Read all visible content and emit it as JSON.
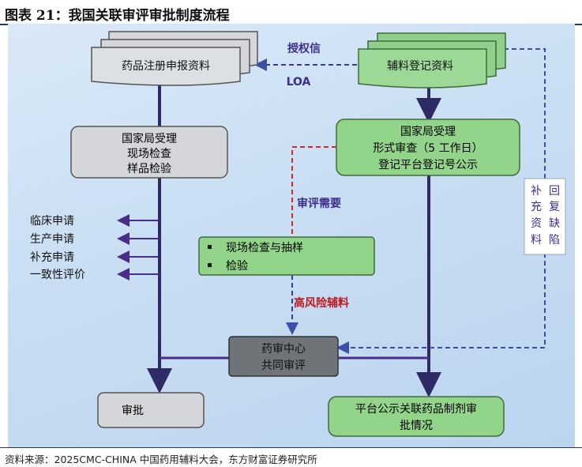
{
  "header": {
    "title": "图表 21：我国关联审评审批制度流程"
  },
  "footer": {
    "source": "资料来源：2025CMC-CHINA 中国药用辅料大会，东方财富证券研究所"
  },
  "diagram": {
    "drug_registration": "药品注册申报资料",
    "excipient_registration": "辅料登记资料",
    "authorization": "授权信",
    "loa": "LOA",
    "nmpa_left": [
      "国家局受理",
      "现场检查",
      "样品检验"
    ],
    "nmpa_right": [
      "国家局受理",
      "形式审查（5 工作日）",
      "登记平台登记号公示"
    ],
    "clinical_items": [
      "临床申请",
      "生产申请",
      "补充申请",
      "一致性评价"
    ],
    "review_needed": "审评需要",
    "inspection_items": [
      "现场检查与抽样",
      "检验"
    ],
    "high_risk": "高风险辅料",
    "cde": [
      "药审中心",
      "共同审评"
    ],
    "approval": "审批",
    "platform": [
      "平台公示关联药品制剂审",
      "批情况"
    ],
    "supplement": [
      "补",
      "充",
      "资",
      "料"
    ],
    "reply": [
      "回",
      "复",
      "缺",
      "陷"
    ]
  }
}
